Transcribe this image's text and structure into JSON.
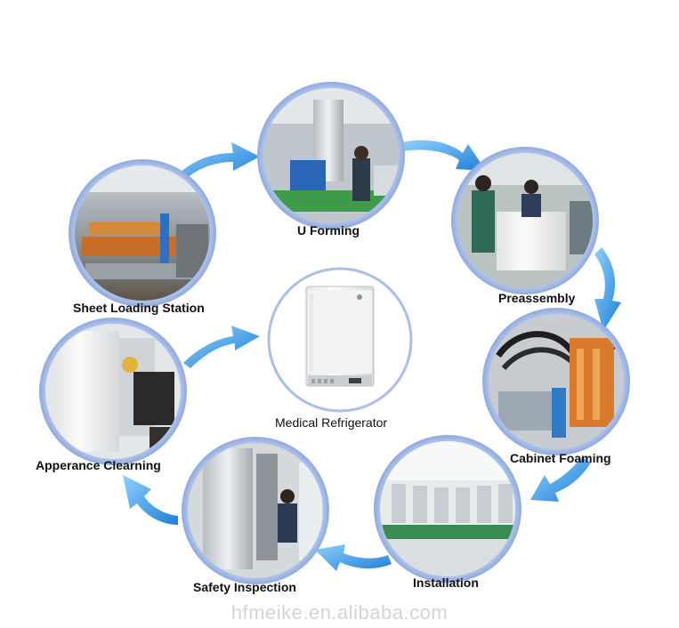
{
  "center": {
    "label": "Medical Refrigerator"
  },
  "steps": [
    {
      "id": "sheet-loading-station",
      "label": "Sheet Loading Station"
    },
    {
      "id": "u-forming",
      "label": "U Forming"
    },
    {
      "id": "preassembly",
      "label": "Preassembly"
    },
    {
      "id": "cabinet-foaming",
      "label": "Cabinet Foaming"
    },
    {
      "id": "installation",
      "label": "Installation"
    },
    {
      "id": "safety-inspection",
      "label": "Safety Inspection"
    },
    {
      "id": "apperance-clearning",
      "label": "Apperance Clearning"
    }
  ],
  "watermark": "hfmeike.en.alibaba.com",
  "colors": {
    "ring": "#a9bfe8",
    "arrow": "#2b8fe0",
    "arrow_light": "#7cc4f5"
  }
}
